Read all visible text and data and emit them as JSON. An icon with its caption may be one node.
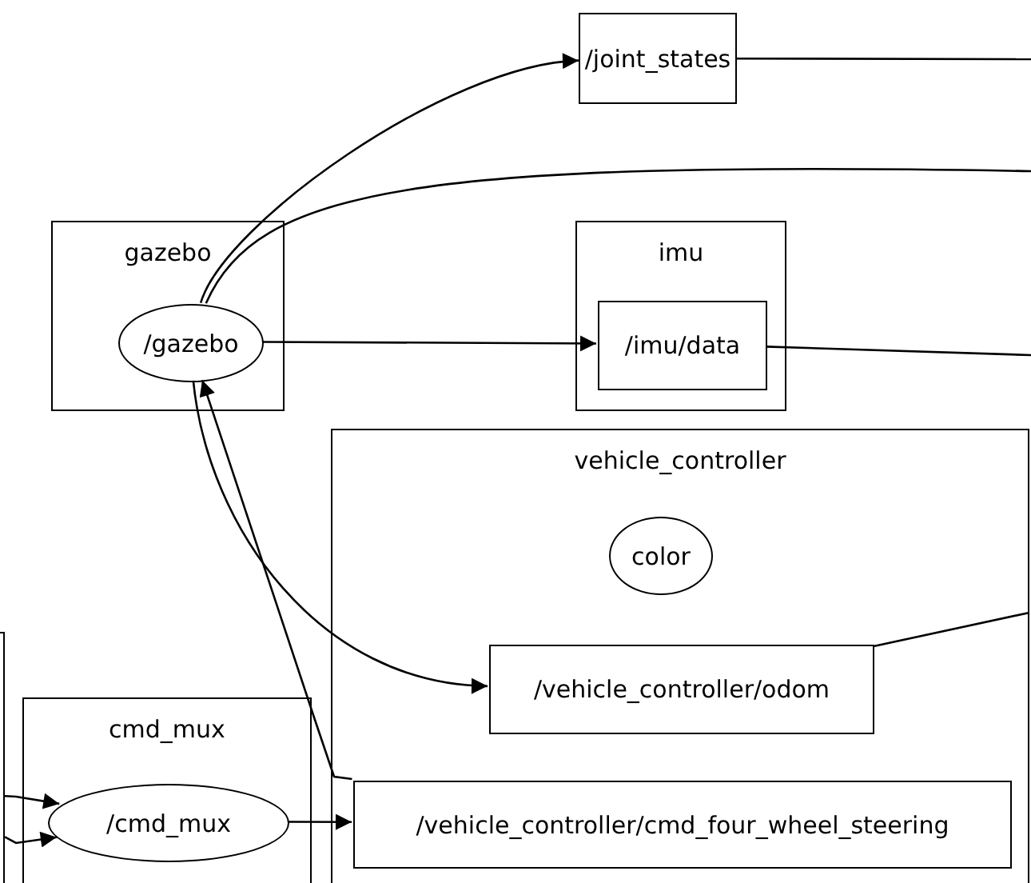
{
  "diagram": {
    "nodes": [
      {
        "text": [
          "/joint_states"
        ]
      },
      {
        "text": [
          "gazebo"
        ]
      },
      {
        "text": [
          "/gazebo"
        ],
        "in": 1
      },
      {
        "text": [
          "imu"
        ]
      },
      {
        "text": [
          "/imu/data"
        ],
        "in": 3
      },
      {
        "text": [
          "vehicle_controller"
        ]
      },
      {
        "text": [
          "color"
        ],
        "in": 5
      },
      {
        "text": [
          "/vehicle_controller/odom"
        ],
        "in": 5
      },
      {
        "text": [
          "/vehicle_controller/cmd_four_wheel_steering"
        ],
        "in": 5
      },
      {
        "text": [],
        "shape": "box"
      },
      {
        "text": [
          "cmd_mux"
        ]
      },
      {
        "text": [
          "/cmd_mux"
        ],
        "in": 10
      }
    ],
    "edges": [
      {
        "from": 2,
        "to": 0,
        "arrow": "to"
      },
      {
        "from": 2,
        "to": null,
        "arrow": "none"
      },
      {
        "from": 2,
        "to": 4,
        "arrow": "to"
      },
      {
        "from": 4,
        "to": null,
        "arrow": "none"
      },
      {
        "from": 0,
        "to": null,
        "arrow": "none"
      },
      {
        "from": 2,
        "to": 7,
        "arrow": "to"
      },
      {
        "from": 7,
        "to": null,
        "arrow": "none"
      },
      {
        "from": 8,
        "to": 2,
        "arrow": "to"
      },
      {
        "from": 11,
        "to": 8,
        "arrow": "to"
      },
      {
        "from": 9,
        "to": 11,
        "arrow": "to"
      },
      {
        "from": 9,
        "to": 11,
        "arrow": "to"
      }
    ]
  }
}
